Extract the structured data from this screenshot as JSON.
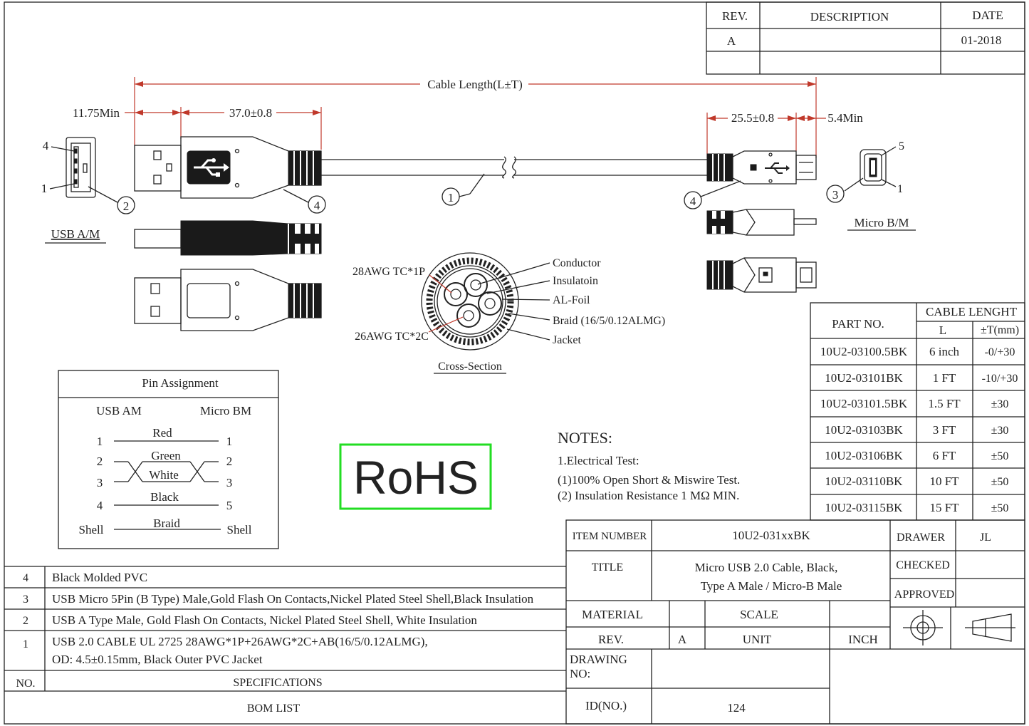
{
  "revision_block": {
    "headers": {
      "rev": "REV.",
      "description": "DESCRIPTION",
      "date": "DATE"
    },
    "rev": "A",
    "description": "",
    "date": "01-2018"
  },
  "dimensions": {
    "cable_length": "Cable Length(L±T)",
    "usb_a_min": "11.75Min",
    "usb_a_overmold": "37.0±0.8",
    "micro_overmold": "25.5±0.8",
    "micro_min": "5.4Min"
  },
  "balloons": [
    "1",
    "2",
    "3",
    "4",
    "4"
  ],
  "connector_a": {
    "title": "USB A/M",
    "pin_top": "4",
    "pin_bottom": "1"
  },
  "connector_b": {
    "title": "Micro B/M",
    "pin_top": "5",
    "pin_bottom": "1"
  },
  "cross_section": {
    "title": "Cross-Section",
    "left_labels": [
      "28AWG TC*1P",
      "26AWG TC*2C"
    ],
    "right_labels": [
      "Conductor",
      "Insulatoin",
      "AL-Foil",
      "Braid (16/5/0.12ALMG)",
      "Jacket"
    ]
  },
  "pin_assignment": {
    "title": "Pin Assignment",
    "col_left": "USB AM",
    "col_right": "Micro BM",
    "rows": [
      {
        "left": "1",
        "wire": "Red",
        "right": "1"
      },
      {
        "left": "2",
        "wire": "Green",
        "right": "2"
      },
      {
        "left": "3",
        "wire": "White",
        "right": "3"
      },
      {
        "left": "4",
        "wire": "Black",
        "right": "5"
      },
      {
        "left": "Shell",
        "wire": "Braid",
        "right": "Shell"
      }
    ]
  },
  "rohs": {
    "text": "RoHS",
    "color": "#22dd22"
  },
  "notes": {
    "title": "NOTES:",
    "lines": [
      "1.Electrical Test:",
      "(1)100% Open Short & Miswire Test.",
      "(2) Insulation Resistance 1 MΩ  MIN."
    ]
  },
  "parts_table": {
    "header_part": "PART NO.",
    "header_length": "CABLE LENGHT",
    "header_l": "L",
    "header_t": "±T(mm)",
    "rows": [
      {
        "part": "10U2-03100.5BK",
        "l": "6 inch",
        "t": "-0/+30"
      },
      {
        "part": "10U2-03101BK",
        "l": "1 FT",
        "t": "-10/+30"
      },
      {
        "part": "10U2-03101.5BK",
        "l": "1.5 FT",
        "t": "±30"
      },
      {
        "part": "10U2-03103BK",
        "l": "3 FT",
        "t": "±30"
      },
      {
        "part": "10U2-03106BK",
        "l": "6 FT",
        "t": "±50"
      },
      {
        "part": "10U2-03110BK",
        "l": "10 FT",
        "t": "±50"
      },
      {
        "part": "10U2-03115BK",
        "l": "15 FT",
        "t": "±50"
      }
    ]
  },
  "bom": {
    "rows": [
      {
        "no": "4",
        "spec": [
          "Black Molded PVC"
        ]
      },
      {
        "no": "3",
        "spec": [
          "USB Micro 5Pin (B Type) Male,Gold Flash On Contacts,Nickel Plated Steel Shell,Black Insulation"
        ]
      },
      {
        "no": "2",
        "spec": [
          "USB A Type Male, Gold Flash On Contacts, Nickel Plated Steel Shell, White Insulation"
        ]
      },
      {
        "no": "1",
        "spec": [
          "USB 2.0 CABLE   UL 2725 28AWG*1P+26AWG*2C+AB(16/5/0.12ALMG),",
          "OD: 4.5±0.15mm, Black Outer PVC Jacket"
        ]
      }
    ],
    "header_no": "NO.",
    "header_spec": "SPECIFICATIONS",
    "footer": "BOM LIST"
  },
  "title_block": {
    "item_number_label": "ITEM NUMBER",
    "item_number": "10U2-031xxBK",
    "title_label": "TITLE",
    "title_lines": [
      "Micro USB 2.0 Cable, Black,",
      "Type A Male / Micro-B Male"
    ],
    "material_label": "MATERIAL",
    "material": "",
    "scale_label": "SCALE",
    "scale": "",
    "rev_label": "REV.",
    "rev": "A",
    "unit_label": "UNIT",
    "unit": "INCH",
    "drawing_no_label": [
      "DRAWING",
      "NO:"
    ],
    "drawing_no": "",
    "id_label": "ID(NO.)",
    "id": "124",
    "drawer_label": "DRAWER",
    "drawer": "JL",
    "checked_label": "CHECKED",
    "checked": "",
    "approved_label": "APPROVED",
    "approved": ""
  }
}
